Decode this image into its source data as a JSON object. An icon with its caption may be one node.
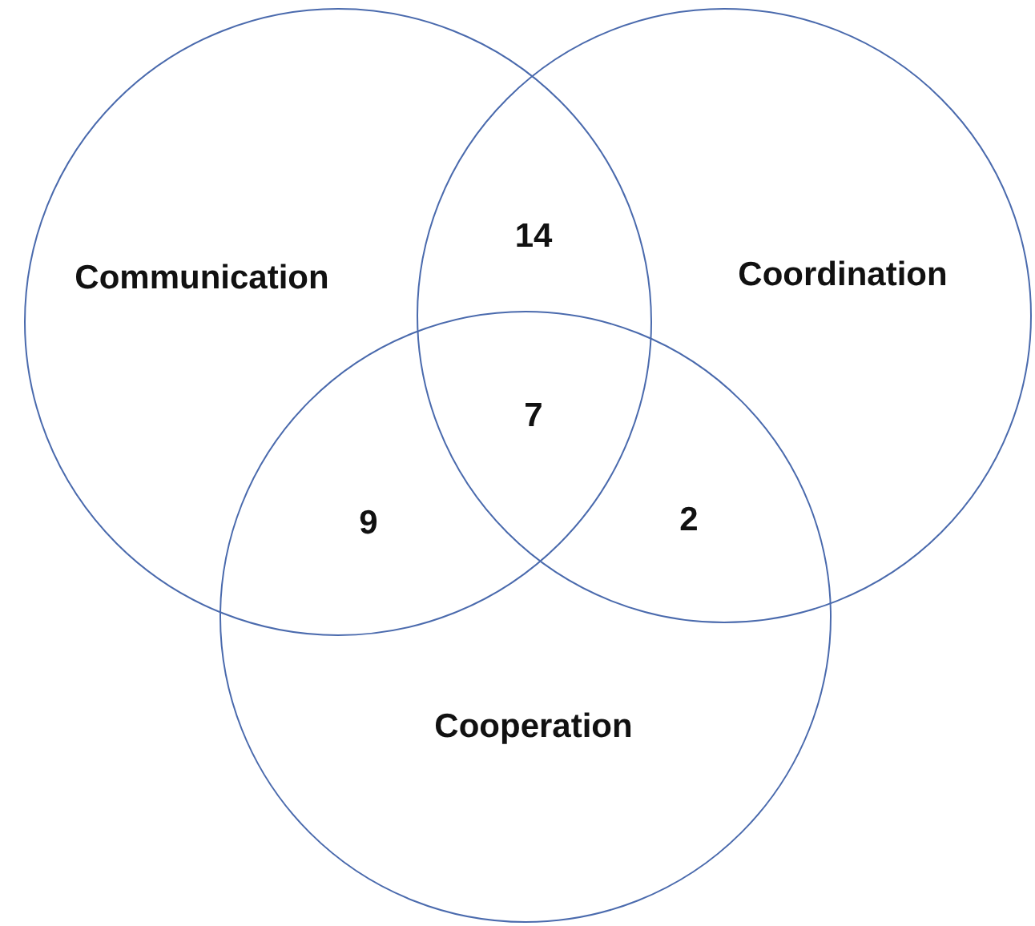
{
  "diagram": {
    "nodes": [
      {
        "text": [
          "Communication"
        ]
      },
      {
        "text": [
          "Coordination"
        ]
      },
      {
        "text": [
          "Cooperation"
        ]
      }
    ],
    "labels": [
      "14",
      "7",
      "9",
      "2"
    ]
  }
}
